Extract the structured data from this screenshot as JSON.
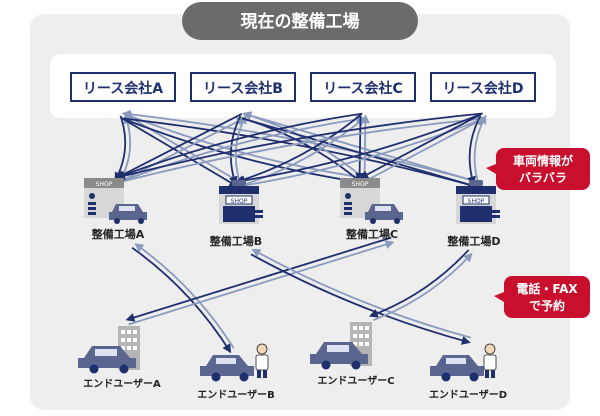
{
  "title": "現在の整備工場",
  "leasing_companies": [
    {
      "id": "LA",
      "label": "リース会社A"
    },
    {
      "id": "LB",
      "label": "リース会社B"
    },
    {
      "id": "LC",
      "label": "リース会社C"
    },
    {
      "id": "LD",
      "label": "リース会社D"
    }
  ],
  "shops": [
    {
      "id": "SA",
      "label": "整備工場A",
      "sign": "SHOP",
      "style": "plain"
    },
    {
      "id": "SB",
      "label": "整備工場B",
      "sign": "SHOP",
      "style": "awning"
    },
    {
      "id": "SC",
      "label": "整備工場C",
      "sign": "SHOP",
      "style": "plain"
    },
    {
      "id": "SD",
      "label": "整備工場D",
      "sign": "SHOP",
      "style": "awning"
    }
  ],
  "end_users": [
    {
      "id": "UA",
      "label": "エンドユーザーA",
      "type": "car-building"
    },
    {
      "id": "UB",
      "label": "エンドユーザーB",
      "type": "car-person"
    },
    {
      "id": "UC",
      "label": "エンドユーザーC",
      "type": "car-building"
    },
    {
      "id": "UD",
      "label": "エンドユーザーD",
      "type": "car-person"
    }
  ],
  "callouts": [
    {
      "id": "info",
      "lines": [
        "車両情報が",
        "バラバラ"
      ]
    },
    {
      "id": "phone",
      "lines": [
        "電話・FAX",
        "で予約"
      ]
    }
  ],
  "connections": [
    {
      "from": "LA",
      "to": "SA"
    },
    {
      "from": "LA",
      "to": "SB"
    },
    {
      "from": "LA",
      "to": "SC"
    },
    {
      "from": "LA",
      "to": "SD"
    },
    {
      "from": "LB",
      "to": "SA"
    },
    {
      "from": "LB",
      "to": "SB"
    },
    {
      "from": "LB",
      "to": "SC"
    },
    {
      "from": "LB",
      "to": "SD"
    },
    {
      "from": "LC",
      "to": "SA"
    },
    {
      "from": "LC",
      "to": "SB"
    },
    {
      "from": "LC",
      "to": "SC"
    },
    {
      "from": "LD",
      "to": "SA"
    },
    {
      "from": "LD",
      "to": "SB"
    },
    {
      "from": "LD",
      "to": "SC"
    },
    {
      "from": "LD",
      "to": "SD"
    },
    {
      "from": "SA",
      "to": "UB"
    },
    {
      "from": "SC",
      "to": "UA"
    },
    {
      "from": "SB",
      "to": "UD"
    },
    {
      "from": "SD",
      "to": "UC"
    }
  ],
  "colors": {
    "panel": "#eeeeee",
    "title_pill": "#6b6b6b",
    "company_border": "#1f2f6e",
    "company_text": "#1f2f6e",
    "arrow_dark": "#1f2f6e",
    "arrow_light": "#8b9bbd",
    "callout": "#c8102e",
    "shop_body": "#d7d7d7",
    "shop_accent": "#1f2f6e",
    "car": "#5a6690",
    "building": "#b5b5b5"
  }
}
